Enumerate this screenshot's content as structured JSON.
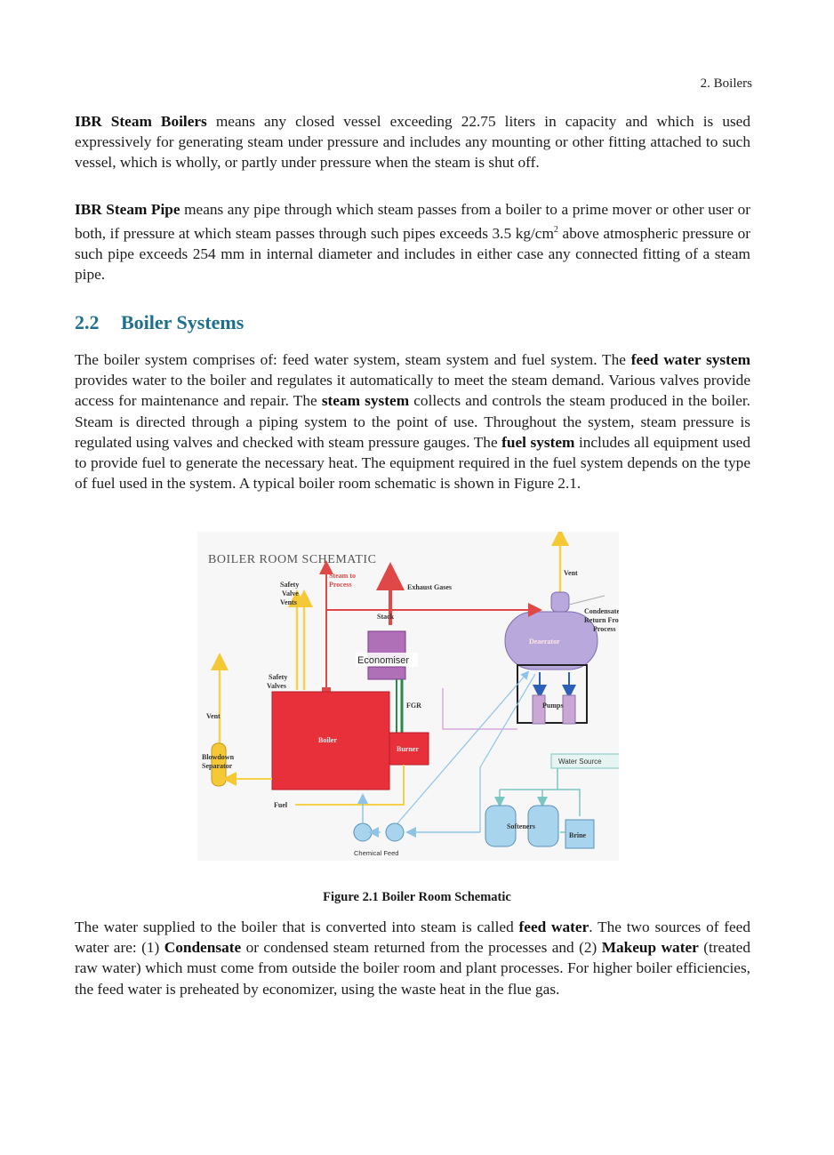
{
  "header": {
    "running_head": "2. Boilers"
  },
  "definitions": {
    "ibr_boilers": {
      "term": "IBR Steam Boilers",
      "text": " means any closed vessel exceeding 22.75 liters in capacity and which is used expressively for generating steam under pressure and includes any mounting or other fitting attached to such vessel, which is wholly, or partly under pressure when the steam is shut off."
    },
    "ibr_pipe": {
      "term": "IBR Steam Pipe",
      "text_a": " means any pipe through which steam passes from a boiler to a prime mover or other user or both, if pressure at which steam passes through such pipes exceeds 3.5 kg/cm",
      "sup": "2",
      "text_b": " above atmospheric pressure or such pipe exceeds 254 mm in internal diameter and includes in either case any connected fitting of a steam pipe."
    }
  },
  "section": {
    "number": "2.2",
    "title": "Boiler Systems"
  },
  "systems_para": {
    "p1": "The boiler system comprises of: feed water system, steam system and fuel system. The ",
    "b1": "feed water system",
    "p2": " provides water to the boiler and regulates it automatically to meet the steam demand. Various valves provide access for maintenance and repair.  The ",
    "b2": "steam system",
    "p3": " collects and controls the steam produced in the boiler. Steam is directed through a piping system to the point of use. Throughout the system, steam pressure is regulated using valves and checked with steam pressure gauges.  The ",
    "b3": "fuel system",
    "p4": " includes all equipment used to provide fuel to generate the necessary heat.  The equipment required in the fuel system depends on the type of fuel used in the system. A typical boiler room schematic is shown in Figure 2.1."
  },
  "figure": {
    "title": "BOILER ROOM SCHEMATIC",
    "labels": {
      "vent_top": "Vent",
      "steam_to_process_1": "Steam to",
      "steam_to_process_2": "Process",
      "exhaust_gases": "Exhaust Gases",
      "safety_valve_vents_1": "Safety",
      "safety_valve_vents_2": "Valve",
      "safety_valve_vents_3": "Vents",
      "stack": "Stack",
      "economiser": "Economiser",
      "deaerator": "Deaerator",
      "condensate_1": "Condensate",
      "condensate_2": "Return From",
      "condensate_3": "Process",
      "safety_valves_1": "Safety",
      "safety_valves_2": "Valves",
      "fgr": "FGR",
      "pumps": "Pumps",
      "vent_left": "Vent",
      "boiler": "Boiler",
      "burner": "Burner",
      "blowdown_1": "Blowdown",
      "blowdown_2": "Separator",
      "water_source": "Water Source",
      "fuel": "Fuel",
      "softeners": "Softeners",
      "brine": "Brine",
      "chemical_feed": "Chemical Feed"
    },
    "colors": {
      "boiler_red": "#e8303a",
      "deaerator_purple": "#b9a8dc",
      "economiser_purple": "#b070b8",
      "yellow_pipe": "#f5d24a",
      "water_blue": "#a8d4ee",
      "steam_red": "#e04848"
    }
  },
  "caption": "Figure 2.1  Boiler Room Schematic",
  "feed_para": {
    "p1": "The water supplied to the boiler that is converted into steam is called ",
    "b1": "feed water",
    "p2": ".  The two sources of feed water are: (1) ",
    "b2": "Condensate",
    "p3": " or condensed steam returned from the processes and (2) ",
    "b3": "Makeup water",
    "p4": " (treated raw water) which must come from outside the boiler room and plant processes. For higher boiler efficiencies, the feed water is preheated by economizer, using the waste heat in the flue gas."
  }
}
